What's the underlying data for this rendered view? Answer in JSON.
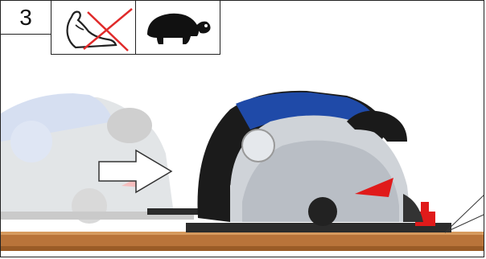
{
  "step": {
    "number": "3"
  },
  "icons": {
    "no_force": "flexed-arm-crossed-out-icon",
    "slow": "turtle-icon"
  },
  "illustration": {
    "subject": "circular-saw",
    "motion": "arrow-right",
    "colors": {
      "saw_blue": "#1f4aa8",
      "saw_dark": "#1b1b1b",
      "saw_silver": "#cfd3d8",
      "guard_red": "#e01a1a",
      "wood": "#b9743a",
      "cross_red": "#e02a2a"
    }
  }
}
